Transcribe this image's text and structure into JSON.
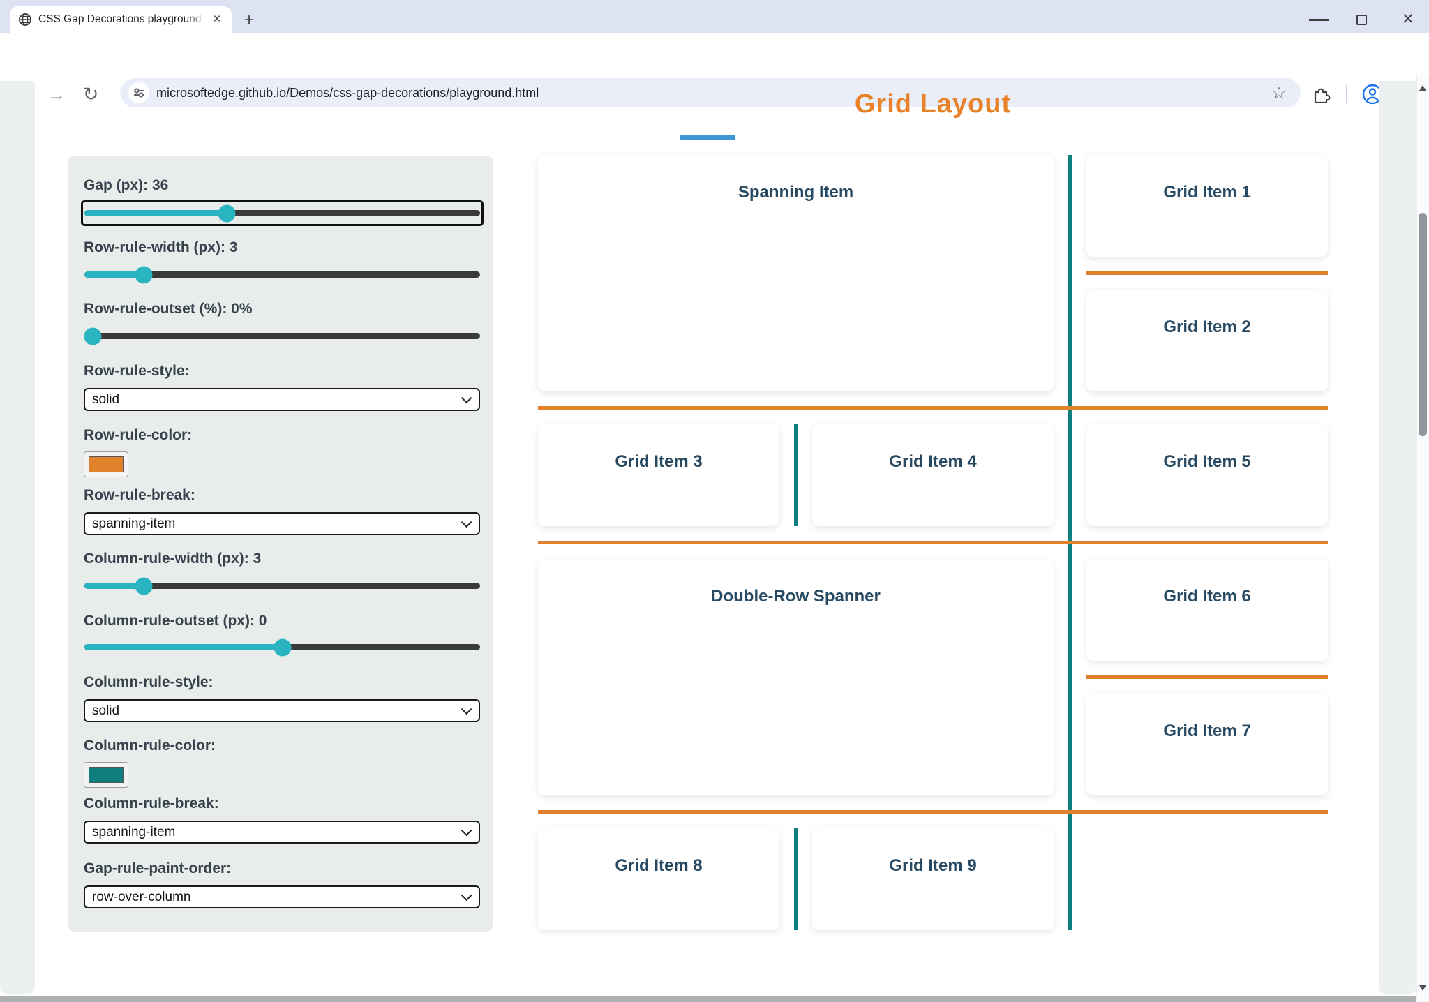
{
  "browser": {
    "tab_title": "CSS Gap Decorations playground",
    "close_tab_glyph": "×",
    "new_tab_glyph": "+",
    "back_glyph": "←",
    "forward_glyph": "→",
    "reload_glyph": "↻",
    "url": "microsoftedge.github.io/Demos/css-gap-decorations/playground.html",
    "bookmark_star_glyph": "☆",
    "window_close_glyph": "×"
  },
  "page": {
    "title": "Grid Layout",
    "accent_orange": "#e0812b",
    "accent_teal": "#0f7e7e",
    "slider_color": "#2ab4c2",
    "underline_blue": "#3e97d4"
  },
  "controls": {
    "gap": {
      "label": "Gap (px): 36",
      "style": "--fill:36%"
    },
    "rr_width": {
      "label": "Row-rule-width (px): 3",
      "style": "--fill:15%"
    },
    "rr_outset": {
      "label": "Row-rule-outset (%): 0%",
      "style": "--fill:1.5%"
    },
    "rr_style": {
      "label": "Row-rule-style:",
      "value": "solid"
    },
    "rr_color": {
      "label": "Row-rule-color:",
      "swatch_style": "background:#e0812b"
    },
    "rr_break": {
      "label": "Row-rule-break:",
      "value": "spanning-item"
    },
    "cr_width": {
      "label": "Column-rule-width (px): 3",
      "style": "--fill:15%"
    },
    "cr_outset": {
      "label": "Column-rule-outset (px): 0",
      "style": "--fill:50%"
    },
    "cr_style": {
      "label": "Column-rule-style:",
      "value": "solid"
    },
    "cr_color": {
      "label": "Column-rule-color:",
      "swatch_style": "background:#0f7e7e"
    },
    "cr_break": {
      "label": "Column-rule-break:",
      "value": "spanning-item"
    },
    "paint_order": {
      "label": "Gap-rule-paint-order:",
      "value": "row-over-column"
    }
  },
  "grid": {
    "items": [
      {
        "label": "Spanning Item"
      },
      {
        "label": "Grid Item 1"
      },
      {
        "label": "Grid Item 2"
      },
      {
        "label": "Grid Item 3"
      },
      {
        "label": "Grid Item 4"
      },
      {
        "label": "Grid Item 5"
      },
      {
        "label": "Double-Row Spanner"
      },
      {
        "label": "Grid Item 6"
      },
      {
        "label": "Grid Item 7"
      },
      {
        "label": "Grid Item 8"
      },
      {
        "label": "Grid Item 9"
      }
    ]
  }
}
